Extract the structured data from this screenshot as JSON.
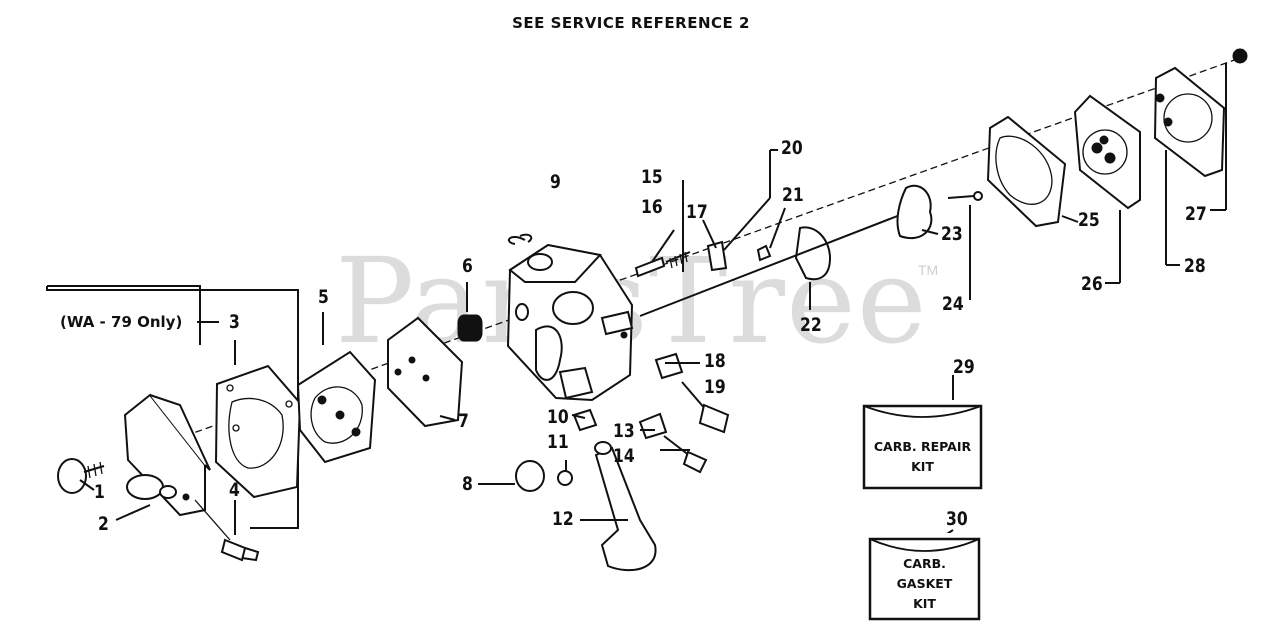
{
  "header": {
    "title": "SEE SERVICE REFERENCE 2"
  },
  "watermark": {
    "text": "PartsTree",
    "trademark": "TM"
  },
  "note": {
    "text": "(WA - 79 Only)"
  },
  "callouts": [
    {
      "id": "1",
      "label": "1"
    },
    {
      "id": "2",
      "label": "2"
    },
    {
      "id": "3",
      "label": "3"
    },
    {
      "id": "4",
      "label": "4"
    },
    {
      "id": "5",
      "label": "5"
    },
    {
      "id": "6",
      "label": "6"
    },
    {
      "id": "7",
      "label": "7"
    },
    {
      "id": "8",
      "label": "8"
    },
    {
      "id": "9",
      "label": "9"
    },
    {
      "id": "10",
      "label": "10"
    },
    {
      "id": "11",
      "label": "11"
    },
    {
      "id": "12",
      "label": "12"
    },
    {
      "id": "13",
      "label": "13"
    },
    {
      "id": "14",
      "label": "14"
    },
    {
      "id": "15",
      "label": "15"
    },
    {
      "id": "16",
      "label": "16"
    },
    {
      "id": "17",
      "label": "17"
    },
    {
      "id": "18",
      "label": "18"
    },
    {
      "id": "19",
      "label": "19"
    },
    {
      "id": "20",
      "label": "20"
    },
    {
      "id": "21",
      "label": "21"
    },
    {
      "id": "22",
      "label": "22"
    },
    {
      "id": "23",
      "label": "23"
    },
    {
      "id": "24",
      "label": "24"
    },
    {
      "id": "25",
      "label": "25"
    },
    {
      "id": "26",
      "label": "26"
    },
    {
      "id": "27",
      "label": "27"
    },
    {
      "id": "28",
      "label": "28"
    },
    {
      "id": "29",
      "label": "29"
    },
    {
      "id": "30",
      "label": "30"
    }
  ],
  "kits": {
    "repair": {
      "line1": "CARB. REPAIR",
      "line2": "KIT"
    },
    "gasket": {
      "line1": "CARB.",
      "line2": "GASKET",
      "line3": "KIT"
    }
  }
}
